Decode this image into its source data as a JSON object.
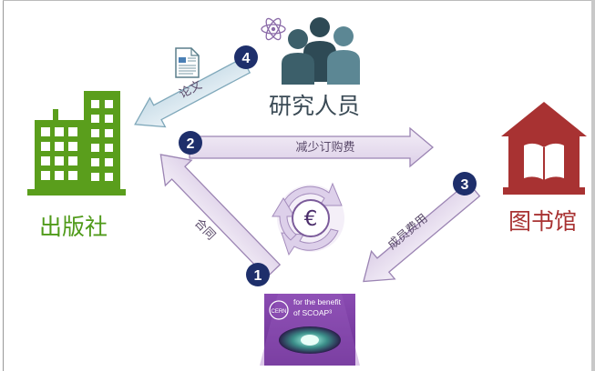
{
  "actors": {
    "researcher": "研究人员",
    "publisher": "出版社",
    "library": "图书馆",
    "scoap": {
      "cern_logo": "CERN",
      "line1": "for the benefit",
      "line2": "of SCOAP³"
    }
  },
  "flows": [
    {
      "step": "1",
      "label": "合同"
    },
    {
      "step": "2",
      "label": "减少订购费"
    },
    {
      "step": "3",
      "label": "成员费用"
    },
    {
      "step": "4",
      "label": "论文"
    }
  ],
  "center": {
    "symbol": "€"
  },
  "icons": {
    "researcher": "people-group-icon",
    "atom": "atom-icon",
    "document": "document-icon",
    "publisher": "office-building-icon",
    "library": "library-building-icon",
    "cycle": "circular-arrows-icon"
  },
  "colors": {
    "publisher": "#5a9e1c",
    "library": "#a83232",
    "researcher": "#4a6f7a",
    "arrow_fill": "#e9e0ef",
    "arrow_stroke": "#9b84b3",
    "step_circle": "#1e2f6b",
    "scoap_bg": "#7a3ea0"
  }
}
